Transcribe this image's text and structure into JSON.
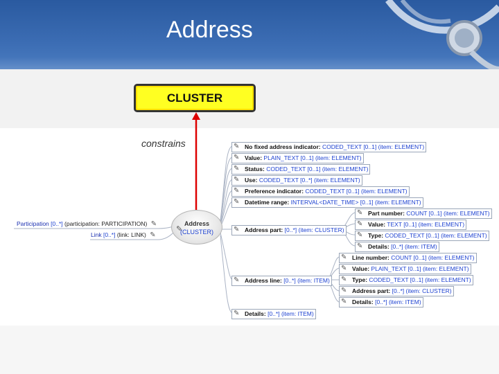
{
  "title": "Address",
  "cluster_label": "CLUSTER",
  "relation_label": "constrains",
  "center": {
    "label": "Address",
    "type": "(CLUSTER)"
  },
  "left_nodes": [
    {
      "label": "Participation",
      "card": "[0..*]",
      "type": "(participation: PARTICIPATION)"
    },
    {
      "label": "Link",
      "card": "[0..*]",
      "type": "(link: LINK)"
    }
  ],
  "right_nodes": [
    {
      "label": "No fixed address indicator:",
      "type": "CODED_TEXT [0..1]",
      "item": "(item: ELEMENT)"
    },
    {
      "label": "Value:",
      "type": "PLAIN_TEXT [0..1]",
      "item": "(item: ELEMENT)"
    },
    {
      "label": "Status:",
      "type": "CODED_TEXT [0..1]",
      "item": "(item: ELEMENT)"
    },
    {
      "label": "Use:",
      "type": "CODED_TEXT [0..*]",
      "item": "(item: ELEMENT)"
    },
    {
      "label": "Preference indicator:",
      "type": "CODED_TEXT [0..1]",
      "item": "(item: ELEMENT)"
    },
    {
      "label": "Datetime range:",
      "type": "INTERVAL<DATE_TIME> [0..1]",
      "item": "(item: ELEMENT)"
    },
    {
      "label": "Address part:",
      "type": "[0..*]",
      "item": "(item: CLUSTER)"
    },
    {
      "label": "Address line:",
      "type": "[0..*]",
      "item": "(item: ITEM)"
    },
    {
      "label": "Details:",
      "type": "[0..*]",
      "item": "(item: ITEM)"
    }
  ],
  "address_part_children": [
    {
      "label": "Part number:",
      "type": "COUNT [0..1]",
      "item": "(item: ELEMENT)"
    },
    {
      "label": "Value:",
      "type": "TEXT [0..1]",
      "item": "(item: ELEMENT)"
    },
    {
      "label": "Type:",
      "type": "CODED_TEXT [0..1]",
      "item": "(item: ELEMENT)"
    },
    {
      "label": "Details:",
      "type": "[0..*]",
      "item": "(item: ITEM)"
    }
  ],
  "address_line_children": [
    {
      "label": "Line number:",
      "type": "COUNT [0..1]",
      "item": "(item: ELEMENT)"
    },
    {
      "label": "Value:",
      "type": "PLAIN_TEXT [0..1]",
      "item": "(item: ELEMENT)"
    },
    {
      "label": "Type:",
      "type": "CODED_TEXT [0..1]",
      "item": "(item: ELEMENT)"
    },
    {
      "label": "Address part:",
      "type": "[0..*]",
      "item": "(item: CLUSTER)"
    },
    {
      "label": "Details:",
      "type": "[0..*]",
      "item": "(item: ITEM)"
    }
  ],
  "colors": {
    "header": "#2f62aa",
    "cluster_fill": "#ffff22",
    "arrow": "#dd0000",
    "link": "#1a3fd0"
  },
  "icons": {
    "node": "pen-icon"
  }
}
